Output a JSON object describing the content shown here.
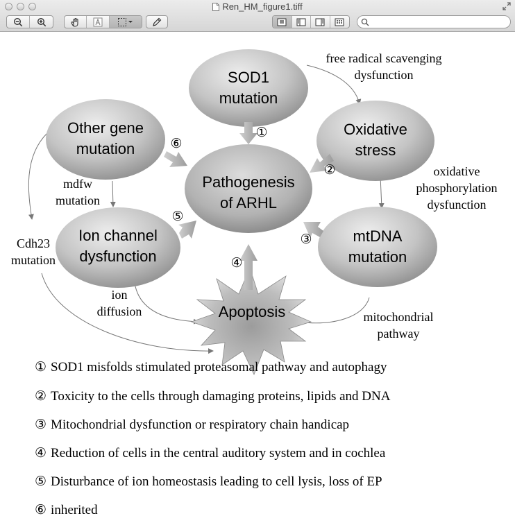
{
  "window": {
    "title": "Ren_HM_figure1.tiff"
  },
  "toolbar": {
    "zoom_out_icon": "zoom-out-icon",
    "zoom_in_icon": "zoom-in-icon",
    "hand_icon": "hand-tool-icon",
    "text_icon": "text-select-icon",
    "select_icon": "rect-select-icon",
    "annotate_icon": "pencil-icon",
    "view_icons": [
      "single-page-icon",
      "sidebar-left-icon",
      "sidebar-right-icon",
      "grid-view-icon"
    ],
    "search_placeholder": ""
  },
  "figure": {
    "nodes": {
      "sod1": "SOD1\nmutation",
      "oxidative": "Oxidative\nstress",
      "other_gene": "Other gene\nmutation",
      "center": "Pathogenesis\nof ARHL",
      "ion_channel": "Ion channel\ndysfunction",
      "mtdna": "mtDNA\nmutation",
      "apoptosis": "Apoptosis"
    },
    "annotations": {
      "free_radical": "free radical scavenging\ndysfunction",
      "oxphos": "oxidative\nphosphorylation\ndysfunction",
      "mdfw": "mdfw\nmutation",
      "cdh23": "Cdh23\nmutation",
      "ion_diffusion": "ion\ndiffusion",
      "mito_pathway": "mitochondrial\npathway"
    },
    "numbers": {
      "n1": "①",
      "n2": "②",
      "n3": "③",
      "n4": "④",
      "n5": "⑤",
      "n6": "⑥"
    },
    "colors": {
      "node_fill_light": "#e2e2e2",
      "node_fill_dark": "#8e8e8e",
      "arrow_fill": "#a8a8a8",
      "line": "#777777"
    }
  },
  "legend": [
    {
      "num": "①",
      "text": "SOD1 misfolds stimulated proteasomal pathway and autophagy"
    },
    {
      "num": "②",
      "text": "Toxicity to the cells through damaging proteins, lipids and DNA"
    },
    {
      "num": "③",
      "text": "Mitochondrial dysfunction or respiratory chain handicap"
    },
    {
      "num": "④",
      "text": "Reduction of cells in the central auditory system and in cochlea"
    },
    {
      "num": "⑤",
      "text": "Disturbance of ion homeostasis leading to cell lysis, loss of EP"
    },
    {
      "num": "⑥",
      "text": "inherited"
    }
  ]
}
